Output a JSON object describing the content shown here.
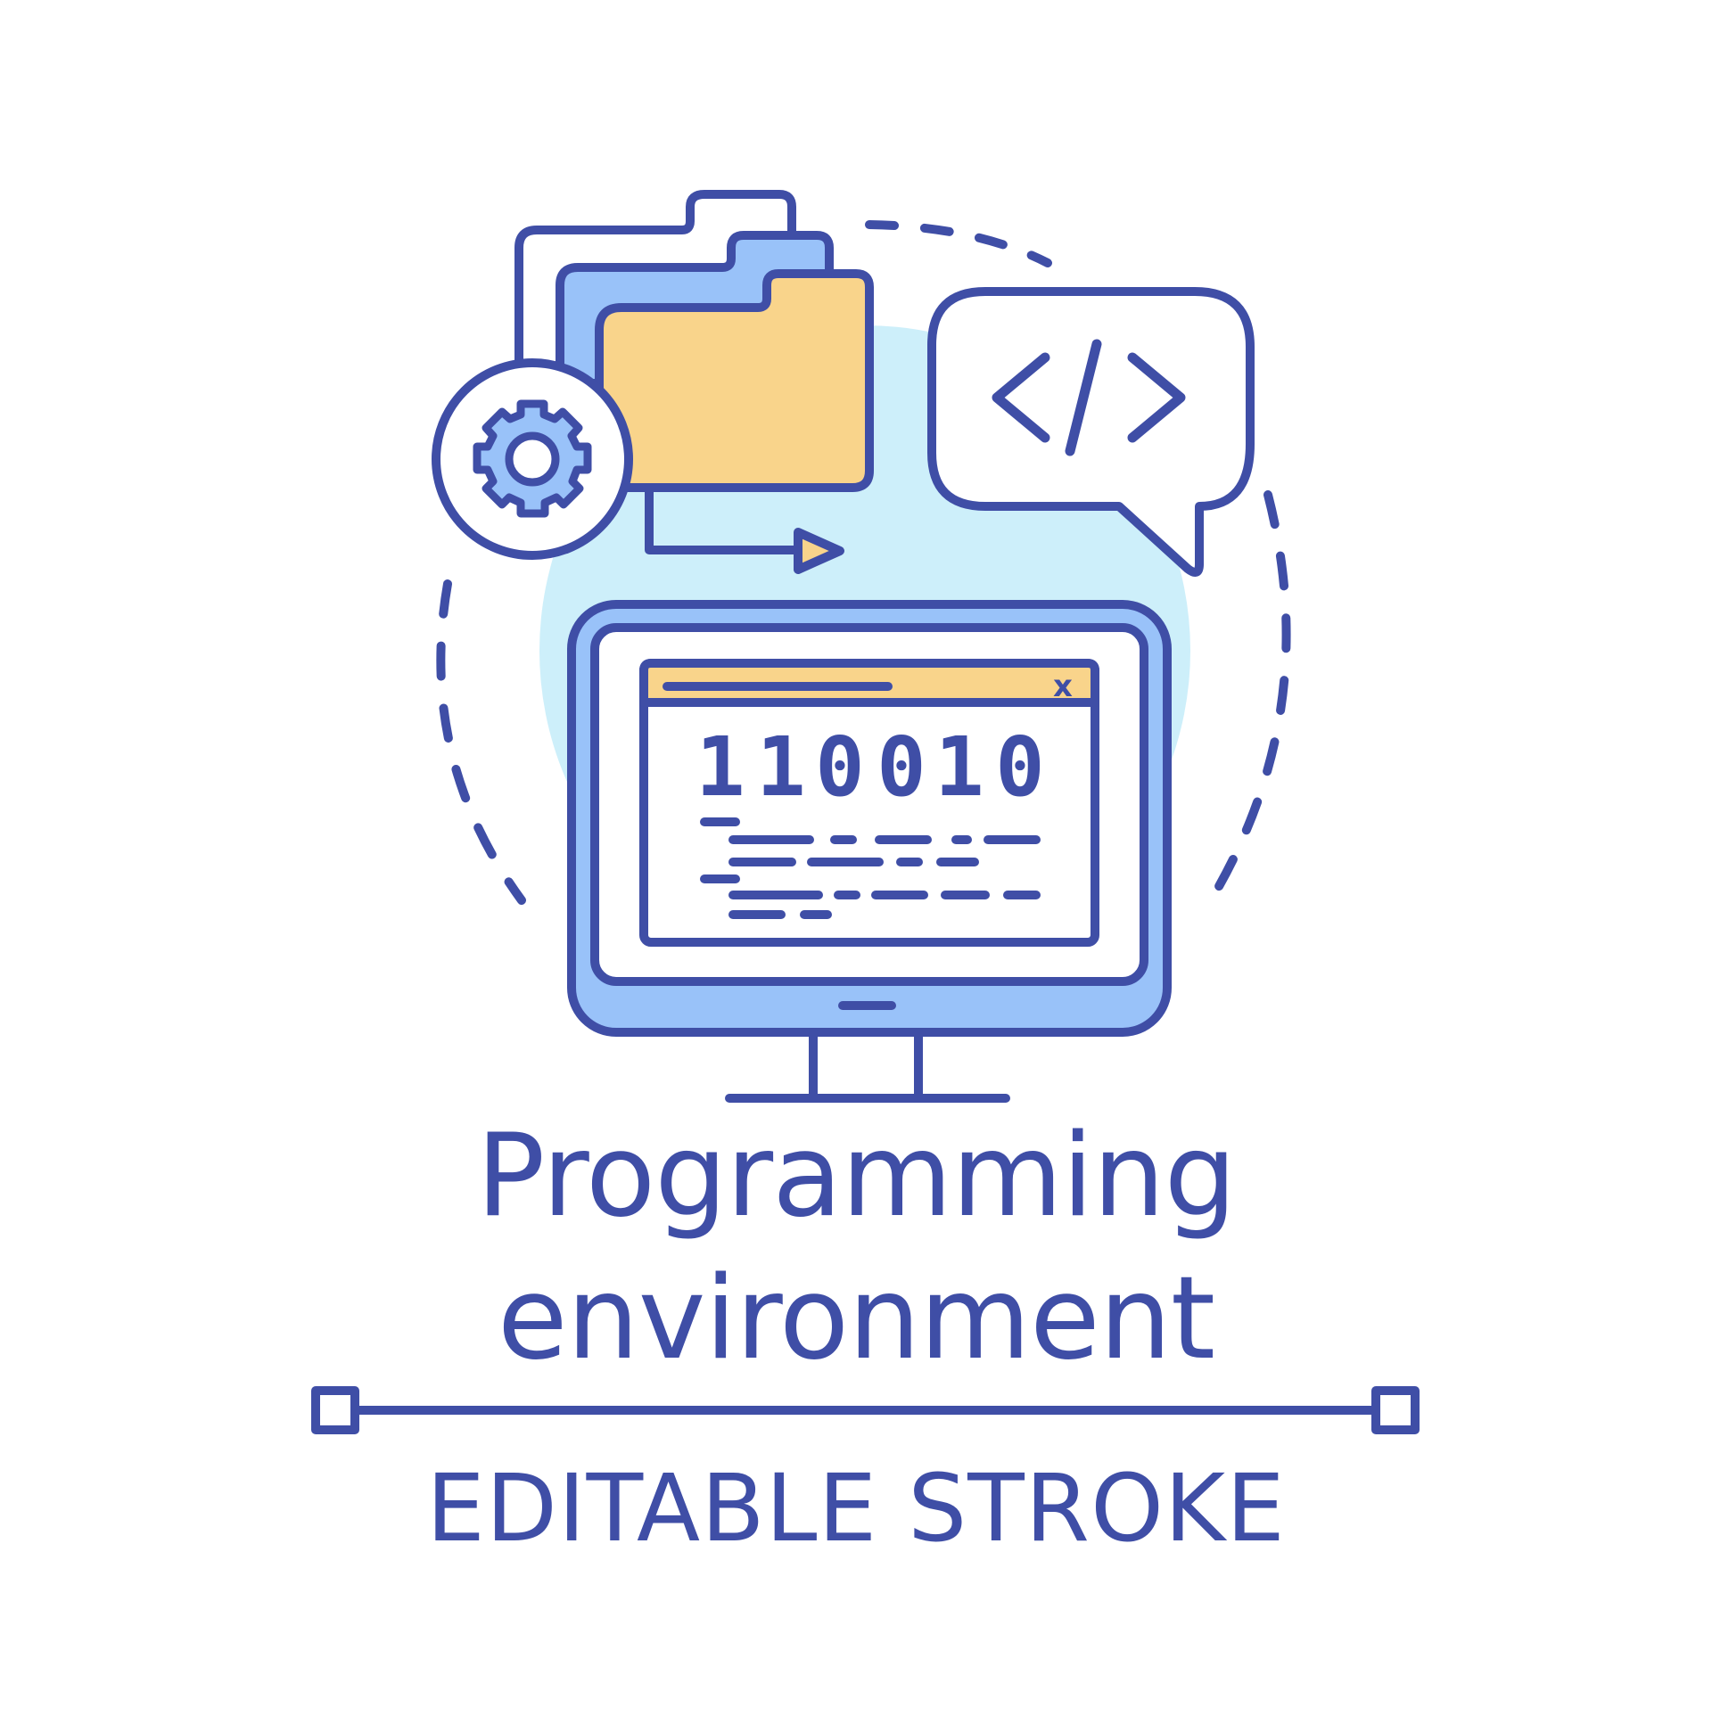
{
  "icon": {
    "name": "programming-environment-icon",
    "binary_digits": [
      "1",
      "1",
      "0",
      "0",
      "1",
      "0"
    ],
    "window_close_glyph": "x",
    "code_symbol": "</>"
  },
  "title": {
    "line1": "Programming",
    "line2": "environment"
  },
  "caption": "EDITABLE STROKE",
  "colors": {
    "stroke": "#3f4ea6",
    "light_blue_circle": "#cdeffa",
    "blue_fill": "#99c2f9",
    "yellow_fill": "#f9d48b",
    "text": "#3f4ea6",
    "background": "#ffffff"
  }
}
